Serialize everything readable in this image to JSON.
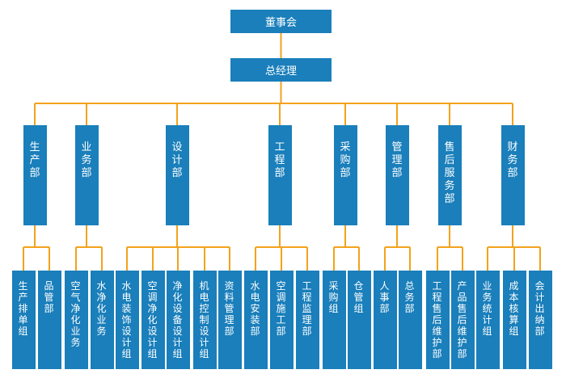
{
  "colors": {
    "box": "#1a7fbb",
    "text": "#ffffff",
    "connector": "#f3a21b",
    "background": "#ffffff"
  },
  "board": "董事会",
  "gm": "总经理",
  "departments": [
    {
      "name": "生产部",
      "groups": [
        "生产排单组",
        "品管部"
      ]
    },
    {
      "name": "业务部",
      "groups": [
        "空气净化业务",
        "水净化业务"
      ]
    },
    {
      "name": "设计部",
      "groups": [
        "水电装饰设计组",
        "空调净化设计组",
        "净化设备设计组",
        "机电控制设计组",
        "资料管理部"
      ]
    },
    {
      "name": "工程部",
      "groups": [
        "水电安装部",
        "空调施工部",
        "工程监理部"
      ]
    },
    {
      "name": "采购部",
      "groups": [
        "采购组",
        "仓管组"
      ]
    },
    {
      "name": "管理部",
      "groups": [
        "人事部",
        "总务部"
      ]
    },
    {
      "name": "售后服务部",
      "groups": [
        "工程售后维护部",
        "产品售后维护部"
      ]
    },
    {
      "name": "财务部",
      "groups": [
        "业务统计组",
        "成本核算组",
        "会计出纳部"
      ]
    }
  ]
}
